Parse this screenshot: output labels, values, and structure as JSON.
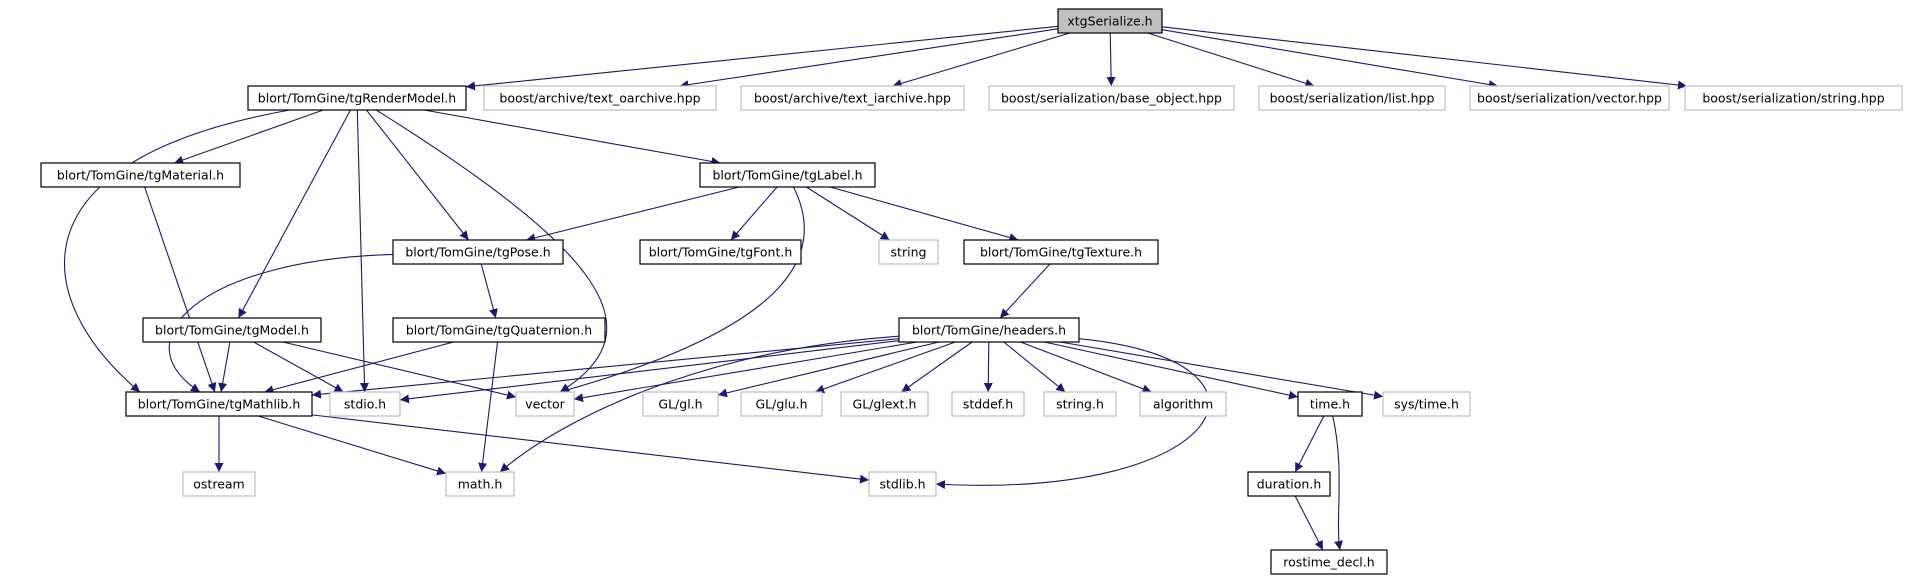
{
  "colors": {
    "edge": "#191970",
    "documented_border": "#000000",
    "external_border": "#bfbfbf",
    "root_fill": "#bfbfbf",
    "node_fill": "#ffffff",
    "background": "#ffffff"
  },
  "nodes": [
    {
      "id": "xtgserialize",
      "label": "xtgSerialize.h",
      "kind": "root"
    },
    {
      "id": "tgrendermodel",
      "label": "blort/TomGine/tgRenderModel.h",
      "kind": "documented"
    },
    {
      "id": "text-oarchive",
      "label": "boost/archive/text_oarchive.hpp",
      "kind": "external"
    },
    {
      "id": "text-iarchive",
      "label": "boost/archive/text_iarchive.hpp",
      "kind": "external"
    },
    {
      "id": "base-object",
      "label": "boost/serialization/base_object.hpp",
      "kind": "external"
    },
    {
      "id": "list-hpp",
      "label": "boost/serialization/list.hpp",
      "kind": "external"
    },
    {
      "id": "vector-hpp",
      "label": "boost/serialization/vector.hpp",
      "kind": "external"
    },
    {
      "id": "string-hpp",
      "label": "boost/serialization/string.hpp",
      "kind": "external"
    },
    {
      "id": "tgmaterial",
      "label": "blort/TomGine/tgMaterial.h",
      "kind": "documented"
    },
    {
      "id": "tglabel",
      "label": "blort/TomGine/tgLabel.h",
      "kind": "documented"
    },
    {
      "id": "tgpose",
      "label": "blort/TomGine/tgPose.h",
      "kind": "documented"
    },
    {
      "id": "tgfont",
      "label": "blort/TomGine/tgFont.h",
      "kind": "documented"
    },
    {
      "id": "string",
      "label": "string",
      "kind": "external"
    },
    {
      "id": "tgtexture",
      "label": "blort/TomGine/tgTexture.h",
      "kind": "documented"
    },
    {
      "id": "tgmodel",
      "label": "blort/TomGine/tgModel.h",
      "kind": "documented"
    },
    {
      "id": "tgquaternion",
      "label": "blort/TomGine/tgQuaternion.h",
      "kind": "documented"
    },
    {
      "id": "headers",
      "label": "blort/TomGine/headers.h",
      "kind": "documented"
    },
    {
      "id": "tgmathlib",
      "label": "blort/TomGine/tgMathlib.h",
      "kind": "documented"
    },
    {
      "id": "stdio",
      "label": "stdio.h",
      "kind": "external"
    },
    {
      "id": "vector",
      "label": "vector",
      "kind": "external"
    },
    {
      "id": "gl",
      "label": "GL/gl.h",
      "kind": "external"
    },
    {
      "id": "glu",
      "label": "GL/glu.h",
      "kind": "external"
    },
    {
      "id": "glext",
      "label": "GL/glext.h",
      "kind": "external"
    },
    {
      "id": "stddef",
      "label": "stddef.h",
      "kind": "external"
    },
    {
      "id": "string-h",
      "label": "string.h",
      "kind": "external"
    },
    {
      "id": "algorithm",
      "label": "algorithm",
      "kind": "external"
    },
    {
      "id": "time",
      "label": "time.h",
      "kind": "documented"
    },
    {
      "id": "systime",
      "label": "sys/time.h",
      "kind": "external"
    },
    {
      "id": "ostream",
      "label": "ostream",
      "kind": "external"
    },
    {
      "id": "math",
      "label": "math.h",
      "kind": "external"
    },
    {
      "id": "stdlib",
      "label": "stdlib.h",
      "kind": "external"
    },
    {
      "id": "duration",
      "label": "duration.h",
      "kind": "documented"
    },
    {
      "id": "rostime-decl",
      "label": "rostime_decl.h",
      "kind": "documented"
    }
  ],
  "edges": [
    [
      "xtgserialize",
      "tgrendermodel"
    ],
    [
      "xtgserialize",
      "text-oarchive"
    ],
    [
      "xtgserialize",
      "text-iarchive"
    ],
    [
      "xtgserialize",
      "base-object"
    ],
    [
      "xtgserialize",
      "list-hpp"
    ],
    [
      "xtgserialize",
      "vector-hpp"
    ],
    [
      "xtgserialize",
      "string-hpp"
    ],
    [
      "tgrendermodel",
      "tgmaterial"
    ],
    [
      "tgrendermodel",
      "tglabel"
    ],
    [
      "tgrendermodel",
      "tgpose"
    ],
    [
      "tgrendermodel",
      "tgmodel"
    ],
    [
      "tgrendermodel",
      "tgmathlib"
    ],
    [
      "tgrendermodel",
      "stdio"
    ],
    [
      "tgrendermodel",
      "vector"
    ],
    [
      "tgmaterial",
      "tgmathlib"
    ],
    [
      "tglabel",
      "tgpose"
    ],
    [
      "tglabel",
      "tgfont"
    ],
    [
      "tglabel",
      "string"
    ],
    [
      "tglabel",
      "tgtexture"
    ],
    [
      "tglabel",
      "vector"
    ],
    [
      "tgpose",
      "tgquaternion"
    ],
    [
      "tgpose",
      "tgmathlib"
    ],
    [
      "tgtexture",
      "headers"
    ],
    [
      "tgmodel",
      "tgmathlib"
    ],
    [
      "tgmodel",
      "stdio"
    ],
    [
      "tgmodel",
      "vector"
    ],
    [
      "tgquaternion",
      "tgmathlib"
    ],
    [
      "tgquaternion",
      "math"
    ],
    [
      "headers",
      "tgmathlib"
    ],
    [
      "headers",
      "stdio"
    ],
    [
      "headers",
      "vector"
    ],
    [
      "headers",
      "gl"
    ],
    [
      "headers",
      "glu"
    ],
    [
      "headers",
      "glext"
    ],
    [
      "headers",
      "stddef"
    ],
    [
      "headers",
      "string-h"
    ],
    [
      "headers",
      "algorithm"
    ],
    [
      "headers",
      "time"
    ],
    [
      "headers",
      "systime"
    ],
    [
      "headers",
      "math"
    ],
    [
      "headers",
      "stdlib"
    ],
    [
      "tgmathlib",
      "ostream"
    ],
    [
      "tgmathlib",
      "math"
    ],
    [
      "tgmathlib",
      "stdlib"
    ],
    [
      "time",
      "duration"
    ],
    [
      "time",
      "rostime-decl"
    ],
    [
      "duration",
      "rostime-decl"
    ]
  ]
}
